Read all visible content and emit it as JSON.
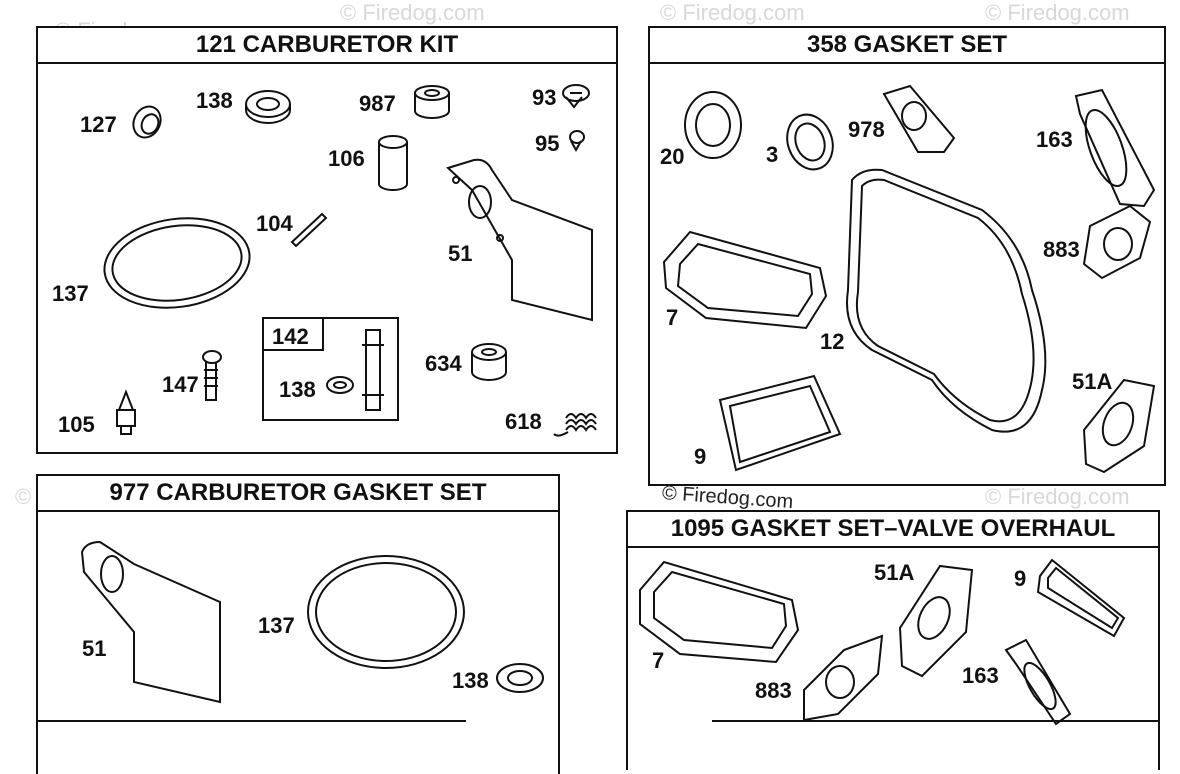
{
  "watermark": "© Firedog.com",
  "panels": {
    "carb_kit": {
      "title": "121 CARBURETOR KIT",
      "labels": {
        "p127": "127",
        "p138": "138",
        "p987": "987",
        "p93": "93",
        "p95": "95",
        "p106": "106",
        "p104": "104",
        "p137": "137",
        "p51": "51",
        "p142": "142",
        "p138b": "138",
        "p634": "634",
        "p147": "147",
        "p105": "105",
        "p618": "618"
      }
    },
    "gasket_set": {
      "title": "358 GASKET SET",
      "labels": {
        "p20": "20",
        "p3": "3",
        "p978": "978",
        "p163": "163",
        "p883": "883",
        "p7": "7",
        "p12": "12",
        "p51a": "51A",
        "p9": "9"
      }
    },
    "carb_gasket_set": {
      "title": "977 CARBURETOR GASKET SET",
      "labels": {
        "p51": "51",
        "p137": "137",
        "p138": "138"
      }
    },
    "valve_overhaul": {
      "title": "1095 GASKET SET–VALVE OVERHAUL",
      "labels": {
        "p51a": "51A",
        "p9": "9",
        "p7": "7",
        "p883": "883",
        "p163": "163"
      }
    }
  }
}
